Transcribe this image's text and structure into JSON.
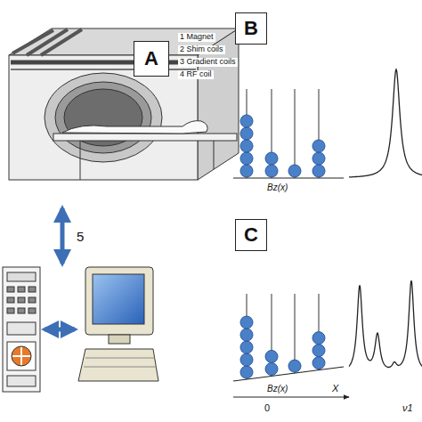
{
  "diagram": {
    "nodes": [
      {
        "text": [
          "A"
        ]
      },
      {
        "text": [
          "B"
        ]
      },
      {
        "text": [
          "C"
        ]
      }
    ],
    "labels": [
      "1 Magnet",
      "2 Shim coils",
      "3 Gradient coils",
      "4 RF coil",
      "5",
      "Bz(x)",
      "Bz(x)",
      "X",
      "0",
      "ν1"
    ]
  }
}
